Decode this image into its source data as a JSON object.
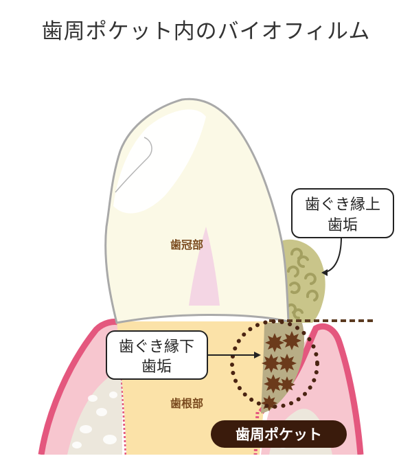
{
  "title": "歯周ポケット内のバイオフィルム",
  "labels": {
    "crown": "歯冠部",
    "root": "歯根部",
    "supragingival_line1": "歯ぐき縁上",
    "supragingival_line2": "歯垢",
    "subgingival_line1": "歯ぐき縁下",
    "subgingival_line2": "歯垢",
    "pocket": "歯周ポケット"
  },
  "colors": {
    "gum": "#e4577e",
    "gum_light": "#f7c6cf",
    "bone": "#ece7dc",
    "root": "#fbe2a8",
    "crown": "#fbf9e6",
    "pulp": "#f4d6e4",
    "outline": "#a9a9a9",
    "supra_plaque": "#c9c58a",
    "supra_plaque_mark": "#a39f60",
    "sub_plaque": "#b8ad86",
    "sub_star": "#6b3a1b",
    "dots": "#4a2412",
    "pocket_badge": "#3a1b0c",
    "text_label": "#7a4a1e"
  }
}
